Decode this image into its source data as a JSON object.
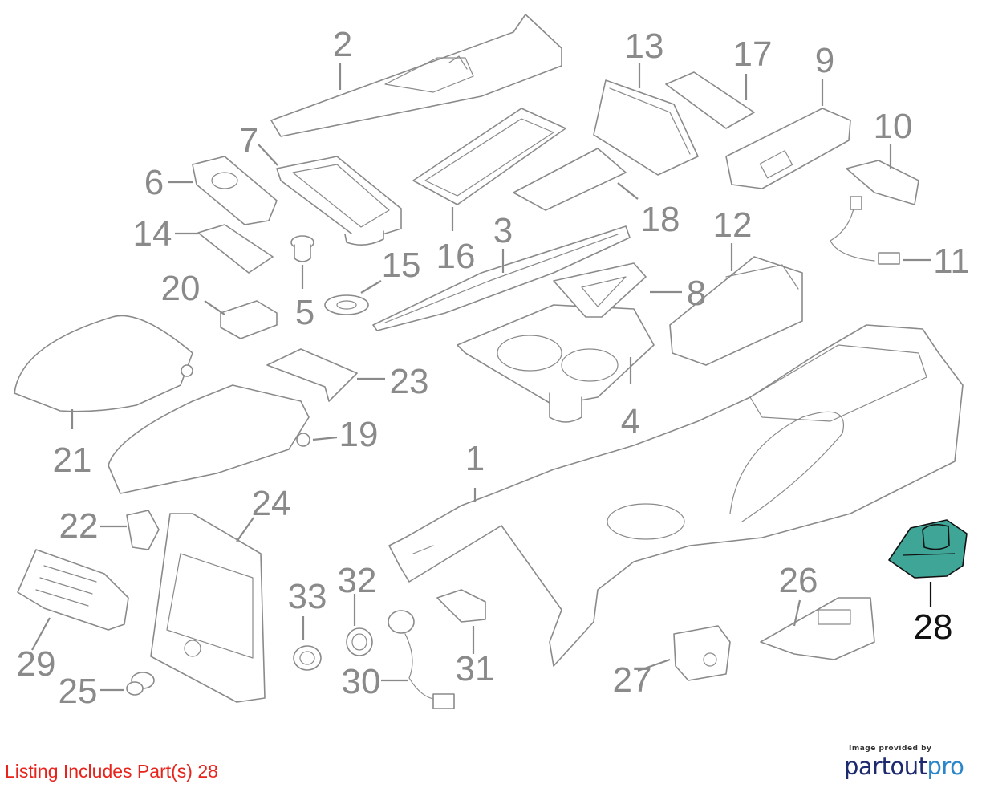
{
  "diagram": {
    "highlight_color": "#3fa596",
    "callout_color": "#8a8a8a",
    "highlight_callout_color": "#111111",
    "callouts": [
      {
        "id": "1",
        "label": "1"
      },
      {
        "id": "2",
        "label": "2"
      },
      {
        "id": "3",
        "label": "3"
      },
      {
        "id": "4",
        "label": "4"
      },
      {
        "id": "5",
        "label": "5"
      },
      {
        "id": "6",
        "label": "6"
      },
      {
        "id": "7",
        "label": "7"
      },
      {
        "id": "8",
        "label": "8"
      },
      {
        "id": "9",
        "label": "9"
      },
      {
        "id": "10",
        "label": "10"
      },
      {
        "id": "11",
        "label": "11"
      },
      {
        "id": "12",
        "label": "12"
      },
      {
        "id": "13",
        "label": "13"
      },
      {
        "id": "14",
        "label": "14"
      },
      {
        "id": "15",
        "label": "15"
      },
      {
        "id": "16",
        "label": "16"
      },
      {
        "id": "17",
        "label": "17"
      },
      {
        "id": "18",
        "label": "18"
      },
      {
        "id": "19",
        "label": "19"
      },
      {
        "id": "20",
        "label": "20"
      },
      {
        "id": "21",
        "label": "21"
      },
      {
        "id": "22",
        "label": "22"
      },
      {
        "id": "23",
        "label": "23"
      },
      {
        "id": "24",
        "label": "24"
      },
      {
        "id": "25",
        "label": "25"
      },
      {
        "id": "26",
        "label": "26"
      },
      {
        "id": "27",
        "label": "27"
      },
      {
        "id": "28",
        "label": "28",
        "highlighted": true
      },
      {
        "id": "29",
        "label": "29"
      },
      {
        "id": "30",
        "label": "30"
      },
      {
        "id": "31",
        "label": "31"
      },
      {
        "id": "32",
        "label": "32"
      },
      {
        "id": "33",
        "label": "33"
      }
    ]
  },
  "footer": {
    "listing_note": "Listing Includes Part(s) 28",
    "listing_note_color": "#e8231b",
    "credit_label": "Image provided by",
    "credit_logo_main": "partout",
    "credit_logo_accent": "pro"
  }
}
